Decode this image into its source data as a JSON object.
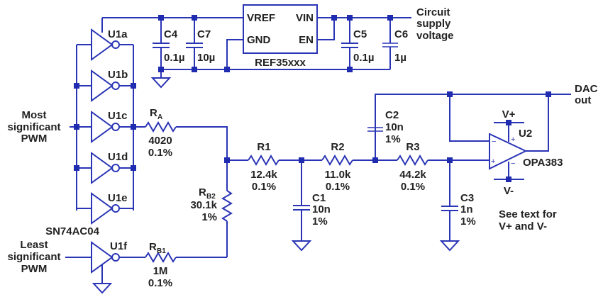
{
  "diagram": {
    "title": "PWM DAC circuit",
    "colors": {
      "wire": "#2a35b5",
      "junction": "#1f2cb0",
      "text": "#222222",
      "background": "#ffffff"
    },
    "inputs": {
      "msb": [
        "Most",
        "significant",
        "PWM"
      ],
      "lsb": [
        "Least",
        "significant",
        "PWM"
      ]
    },
    "supply_label": [
      "Circuit",
      "supply",
      "voltage"
    ],
    "output_label": [
      "DAC",
      "out"
    ],
    "note": [
      "See text for",
      "V+ and V-"
    ],
    "inverters": {
      "part": "SN74AC04",
      "units": [
        "U1a",
        "U1b",
        "U1c",
        "U1d",
        "U1e",
        "U1f"
      ]
    },
    "reference": {
      "part": "REF35xxx",
      "pins": {
        "vref": "VREF",
        "vin": "VIN",
        "gnd": "GND",
        "en": "EN"
      }
    },
    "opamp": {
      "ref": "U2",
      "part": "OPA383",
      "vplus": "V+",
      "vminus": "V-",
      "in_minus": "−",
      "in_plus": "+",
      "sup_plus": "+",
      "sup_minus": "−"
    },
    "resistors": {
      "RA": {
        "name": "R",
        "sub": "A",
        "value": "4020",
        "tol": "0.1%"
      },
      "RB1": {
        "name": "R",
        "sub": "B1",
        "value": "1M",
        "tol": "0.1%"
      },
      "RB2": {
        "name": "R",
        "sub": "B2",
        "value": "30.1k",
        "tol": "1%"
      },
      "R1": {
        "name": "R1",
        "value": "12.4k",
        "tol": "0.1%"
      },
      "R2": {
        "name": "R2",
        "value": "11.0k",
        "tol": "0.1%"
      },
      "R3": {
        "name": "R3",
        "value": "44.2k",
        "tol": "0.1%"
      }
    },
    "capacitors": {
      "C1": {
        "name": "C1",
        "value": "10n",
        "tol": "1%"
      },
      "C2": {
        "name": "C2",
        "value": "10n",
        "tol": "1%"
      },
      "C3": {
        "name": "C3",
        "value": "1n",
        "tol": "1%"
      },
      "C4": {
        "name": "C4",
        "value": "0.1µ"
      },
      "C5": {
        "name": "C5",
        "value": "0.1µ"
      },
      "C6": {
        "name": "C6",
        "value": "1µ"
      },
      "C7": {
        "name": "C7",
        "value": "10µ"
      }
    }
  }
}
